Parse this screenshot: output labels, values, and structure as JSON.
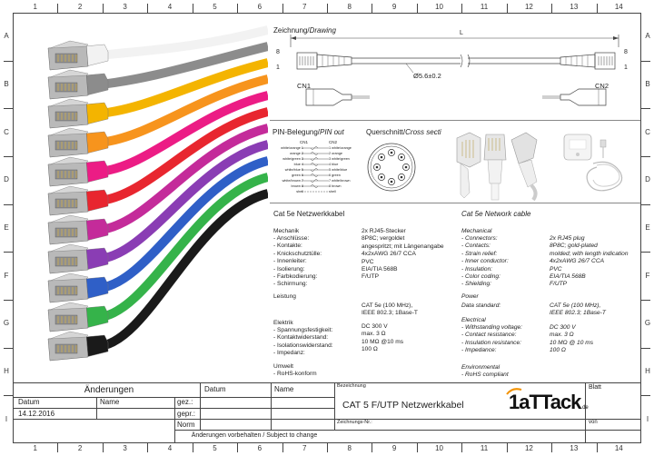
{
  "grid": {
    "columns": [
      "1",
      "2",
      "3",
      "4",
      "5",
      "6",
      "7",
      "8",
      "9",
      "10",
      "11",
      "12",
      "13",
      "14"
    ],
    "rows": [
      "A",
      "B",
      "C",
      "D",
      "E",
      "F",
      "G",
      "H",
      "I"
    ]
  },
  "cable_colors": [
    "#f2f2f2",
    "#8c8c8c",
    "#f4b400",
    "#f7941d",
    "#ec1c85",
    "#e8262f",
    "#c42b9a",
    "#8a3db4",
    "#2f5fc7",
    "#35b34a",
    "#1a1a1a"
  ],
  "drawing": {
    "title": "Zeichnung/",
    "title_en": "Drawing",
    "length_label": "L",
    "pin_left_top": "8",
    "pin_left_bottom": "1",
    "pin_right_top": "8",
    "pin_right_bottom": "1",
    "diameter": "Ø5.6±0.2",
    "cn1": "CN1",
    "cn2": "CN2"
  },
  "pin": {
    "title": "PIN-Belegung/",
    "title_en": "PIN out",
    "cn1": "CN1",
    "cn2": "CN2",
    "left": [
      "white/orange 1",
      "orange 2",
      "white/green 3",
      "blue 4",
      "white/blue 5",
      "green 6",
      "white/brown 7",
      "brown 8",
      "shell"
    ],
    "right": [
      "1 white/orange",
      "2 orange",
      "3 white/green",
      "4 blue",
      "5 white/blue",
      "6 green",
      "7 white/brown",
      "8 brown",
      "shell"
    ]
  },
  "cross": {
    "title": "Querschnitt/",
    "title_en": "Cross secti"
  },
  "de": {
    "heading": "Cat 5e Netzwerkkabel",
    "mechanik": "Mechanik",
    "mech_labels": [
      "- Anschlüsse:",
      "- Kontakte:",
      "- Knickschutztülle:",
      "- Innenleiter:",
      "- Isolierung:",
      "- Farbkodierung:",
      "- Schirmung:"
    ],
    "mech_values": [
      "2x RJ45-Stecker",
      "8P8C; vergoldet",
      "angespritzt; mit Längenangabe",
      "4x2xAWG 26/7 CCA",
      "PVC",
      "EIA/TIA 568B",
      "F/UTP"
    ],
    "leistung": "Leistung",
    "leistung_values": [
      "CAT 5e (100 MHz),",
      "IEEE 802.3; 1Base-T"
    ],
    "elektrik": "Elektrik",
    "elek_labels": [
      "- Spannungsfestigkeit:",
      "- Kontaktwiderstand:",
      "- Isolationswiderstand:",
      "- Impedanz:"
    ],
    "elek_values": [
      "DC 300 V",
      "max. 3 Ω",
      "10 MΩ @10 ms",
      "100 Ω"
    ],
    "umwelt": "Umwelt",
    "umwelt_value": "- RoHS-konform"
  },
  "en": {
    "heading": "Cat 5e Network cable",
    "mechanik": "Mechanical",
    "mech_labels": [
      "- Connectors:",
      "- Contacts:",
      "- Strain relief:",
      "- Inner conductor:",
      "- Insulation:",
      "- Color coding:",
      "- Shielding:"
    ],
    "mech_values": [
      "2x RJ45 plug",
      "8P8C; gold-plated",
      "molded; with length indication",
      "4x2xAWG 26/7 CCA",
      "PVC",
      "EIA/TIA 568B",
      "F/UTP"
    ],
    "leistung": "Power",
    "leistung_label": "Data standard:",
    "leistung_values": [
      "CAT 5e (100 MHz),",
      "IEEE 802.3; 1Base-T"
    ],
    "elektrik": "Electrical",
    "elek_labels": [
      "- Withstanding voltage:",
      "- Contact resistance:",
      "- Insulation resistance:",
      "- Impedance:"
    ],
    "elek_values": [
      "DC 300 V",
      "max. 3 Ω",
      "10 MΩ @ 10 ms",
      "100 Ω"
    ],
    "umwelt": "Environmental",
    "umwelt_value": "- RoHS compliant"
  },
  "titleblock": {
    "aenderungen": "Änderungen",
    "datum": "Datum",
    "name": "Name",
    "gez": "gez.:",
    "gepr": "gepr.:",
    "norm": "Norm",
    "datum2": "Datum",
    "name2": "Name",
    "date_value": "14.12.2016",
    "bezeichnung": "Bezeichnung",
    "blatt": "Blatt",
    "title": "CAT 5 F/UTP Netzwerkkabel",
    "zeichnungsnr": "Zeichnungs-Nr.:",
    "von": "von",
    "vorbehalten": "Änderungen vorbehalten / Subject to change",
    "logo_main": "1aTTack",
    "logo_suffix": ".de"
  }
}
